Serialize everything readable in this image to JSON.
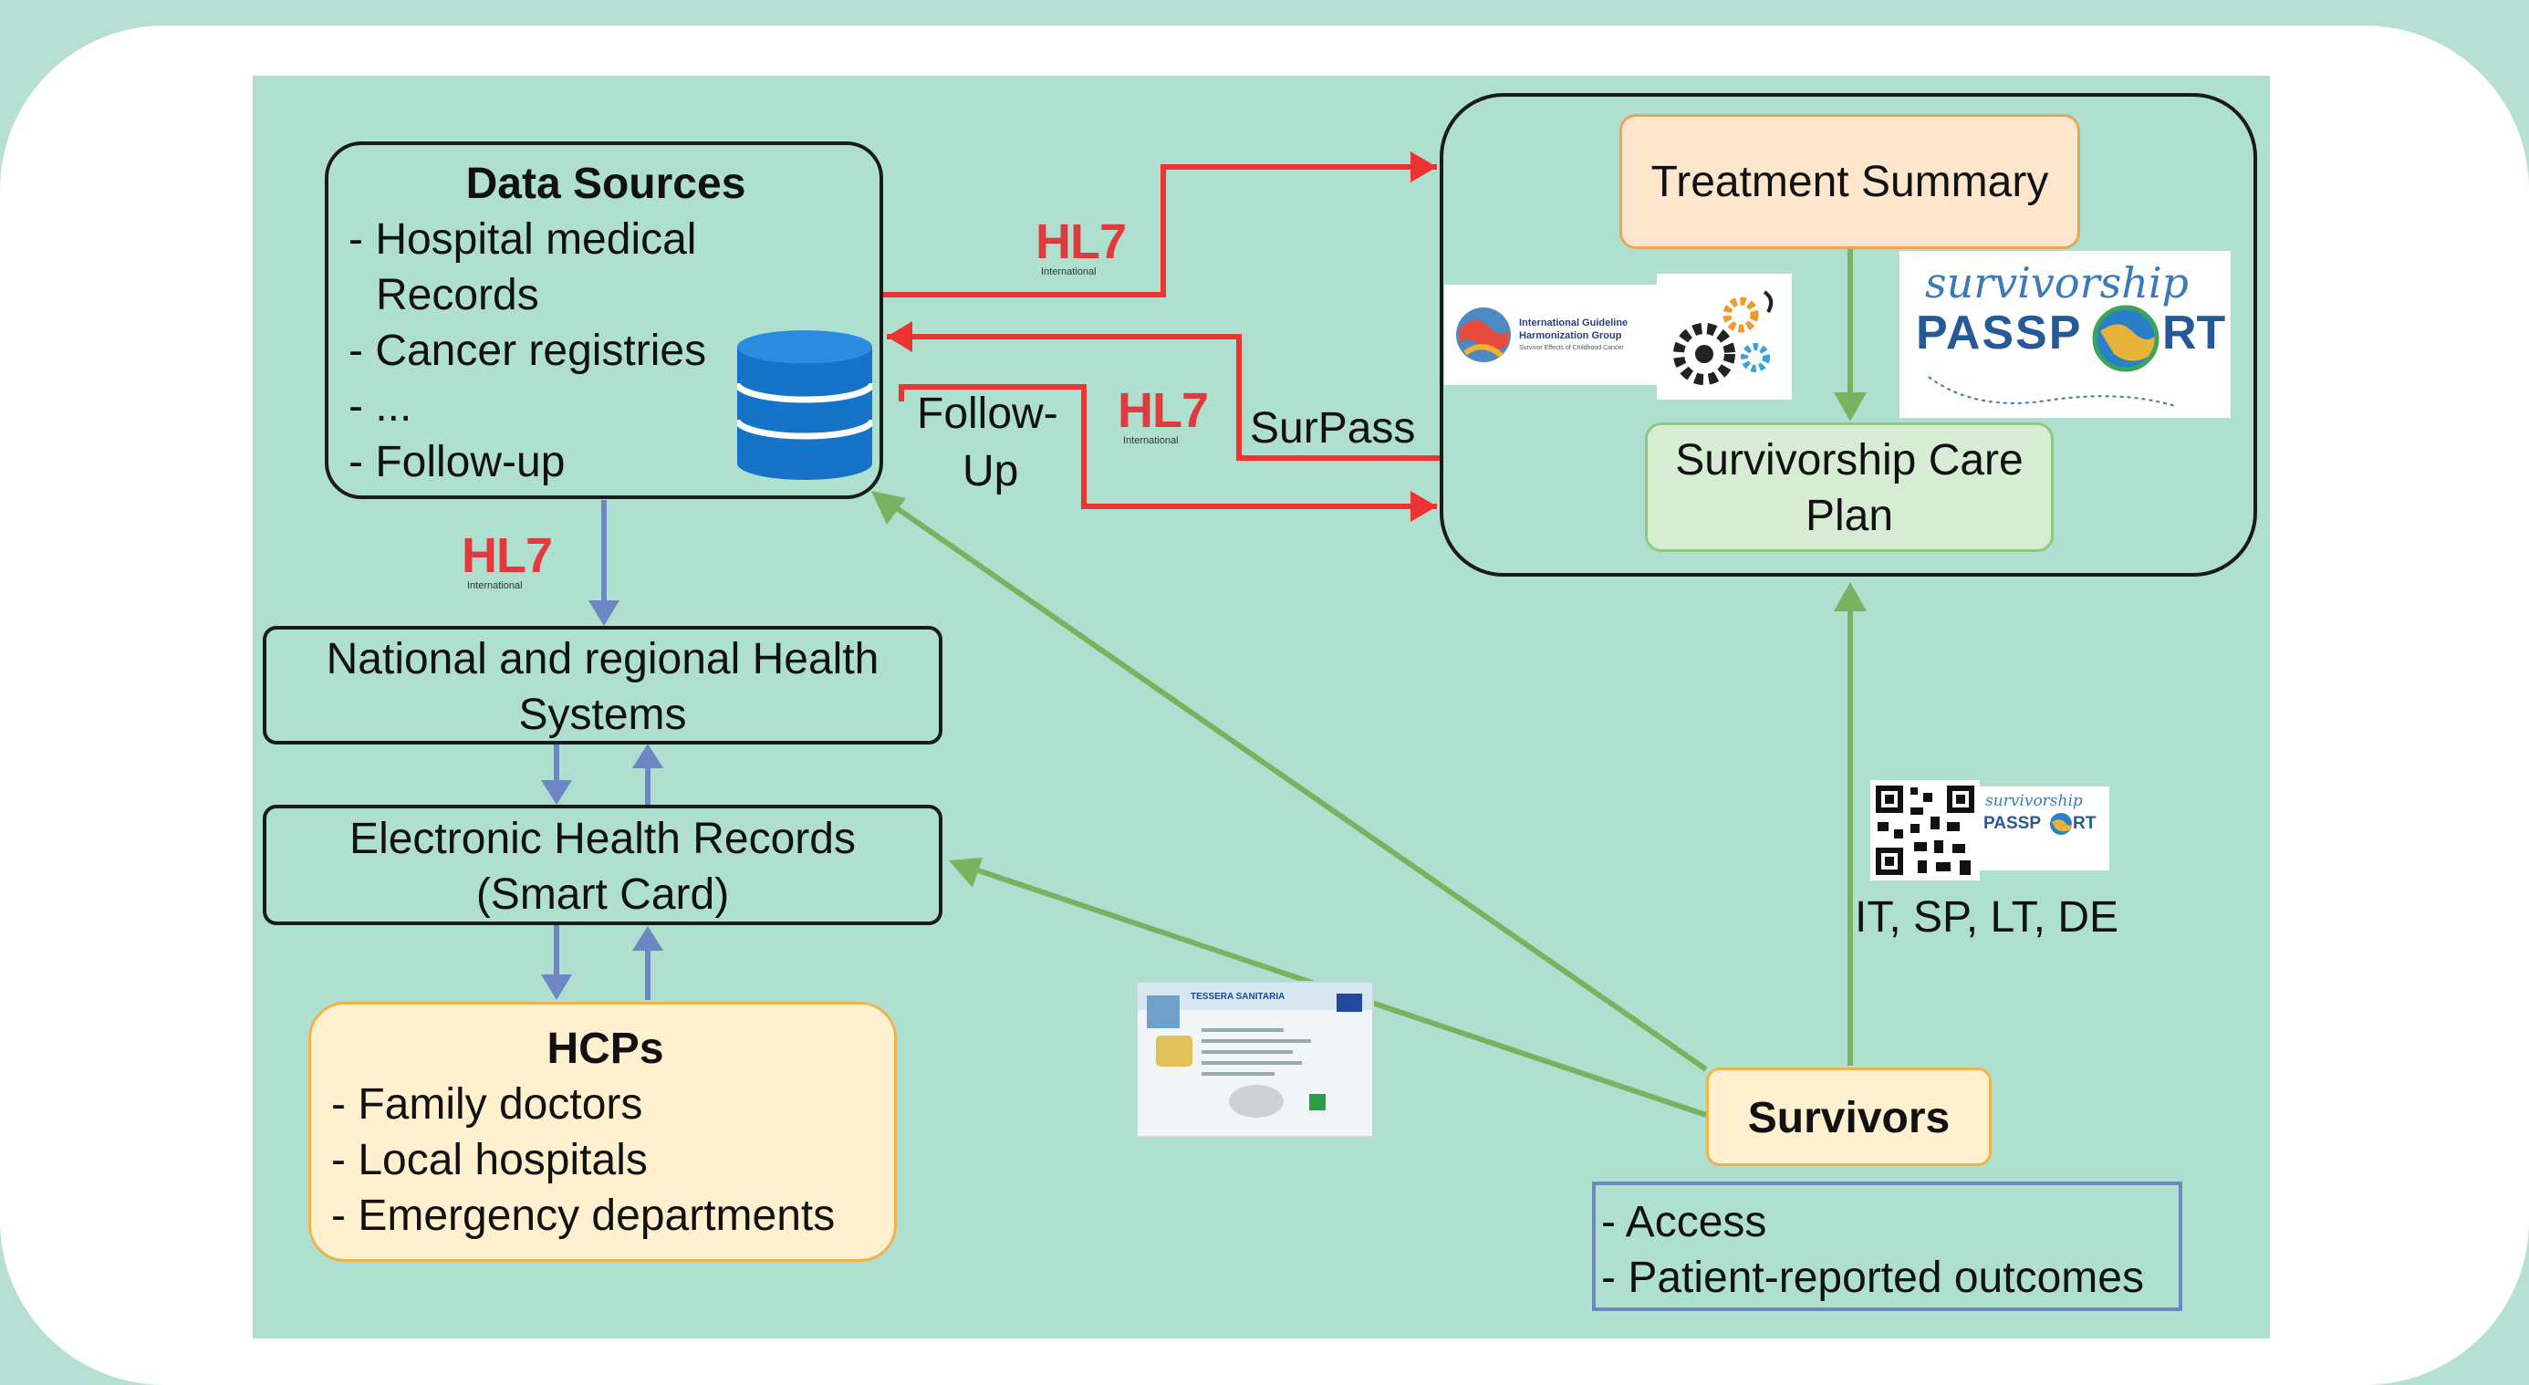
{
  "data_sources": {
    "title": "Data Sources",
    "items": [
      "- Hospital medical",
      "Records",
      "- Cancer registries",
      "- ...",
      "- Follow-up"
    ]
  },
  "hl7": {
    "label": "HL7",
    "sub": "International"
  },
  "edges": {
    "followup_1": "Follow-",
    "followup_2": "Up",
    "surpass": "SurPass",
    "languages": "IT, SP, LT, DE"
  },
  "treatment_summary": "Treatment Summary",
  "igh_logo": {
    "line1": "International Guideline",
    "line2": "Harmonization Group",
    "line3": "Survivor Effects of Childhood Cancer"
  },
  "passport_logo": {
    "line1": "survivorship",
    "line2": "PASSP",
    "line3": "RT"
  },
  "care_plan": {
    "line1": "Survivorship Care",
    "line2": "Plan"
  },
  "health_systems": {
    "line1": "National and regional Health",
    "line2": "Systems"
  },
  "ehr": {
    "line1": "Electronic Health Records",
    "line2": "(Smart Card)"
  },
  "hcps": {
    "title": "HCPs",
    "items": [
      "- Family doctors",
      "- Local hospitals",
      "- Emergency departments"
    ]
  },
  "survivors": "Survivors",
  "survivor_features": [
    "- Access",
    "- Patient-reported outcomes"
  ],
  "smart_card": {
    "header": "TESSERA SANITARIA"
  },
  "colors": {
    "red": "#ee3333",
    "green": "#7ab35f",
    "blue": "#6c87c4"
  }
}
